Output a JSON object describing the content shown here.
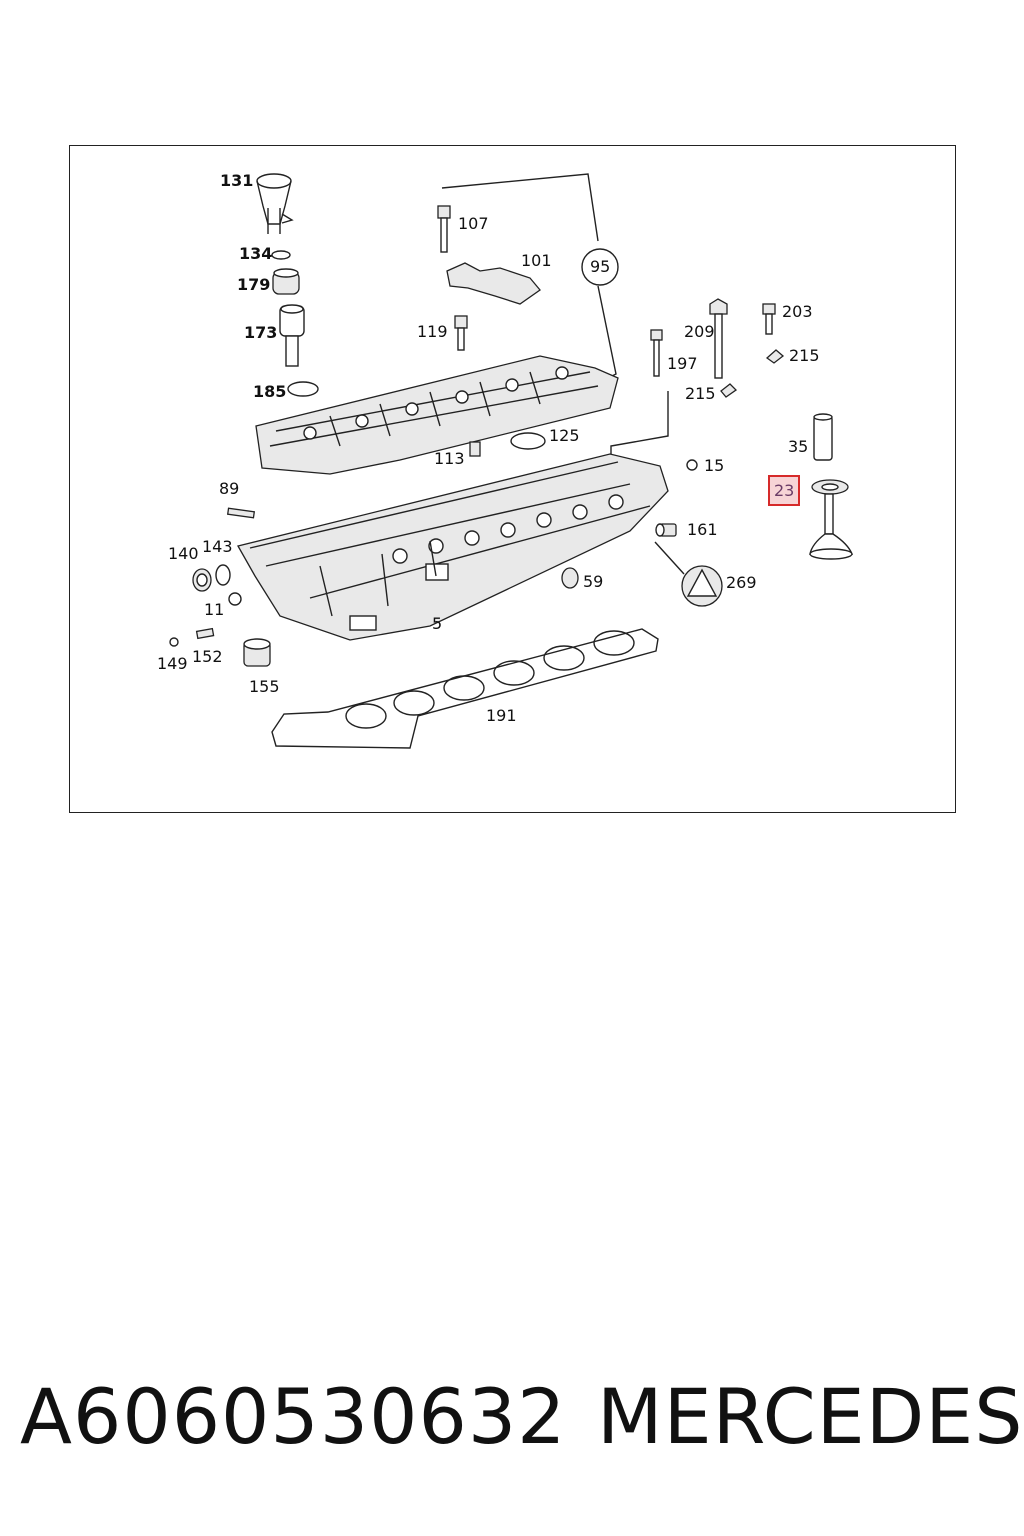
{
  "diagram": {
    "callouts": {
      "c131": "131",
      "c134": "134",
      "c179": "179",
      "c173": "173",
      "c185": "185",
      "c107": "107",
      "c101": "101",
      "c95": "95",
      "c119": "119",
      "c209": "209",
      "c203": "203",
      "c197": "197",
      "c215a": "215",
      "c215b": "215",
      "c125": "125",
      "c113": "113",
      "c15": "15",
      "c35": "35",
      "c23": "23",
      "c89": "89",
      "c161": "161",
      "c140": "140",
      "c143": "143",
      "c59": "59",
      "c269": "269",
      "c11": "11",
      "c5": "5",
      "c149": "149",
      "c152": "152",
      "c155": "155",
      "c191": "191"
    },
    "highlighted_callout": "23",
    "highlight_color": "#d62a2a"
  },
  "caption": {
    "part_number": "A6060530632",
    "brand": "MERCEDES"
  }
}
